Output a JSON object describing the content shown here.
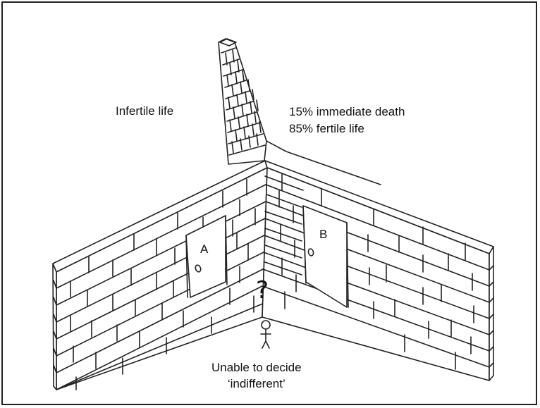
{
  "labels": {
    "left_option": "Infertile life",
    "right_option_line1": "15% immediate death",
    "right_option_line2": "85% fertile life",
    "door_a": "A",
    "door_b": "B",
    "question": "?",
    "caption_line1": "Unable to decide",
    "caption_line2": "‘indifferent’"
  },
  "colors": {
    "ink": "#222222",
    "background": "#ffffff"
  }
}
